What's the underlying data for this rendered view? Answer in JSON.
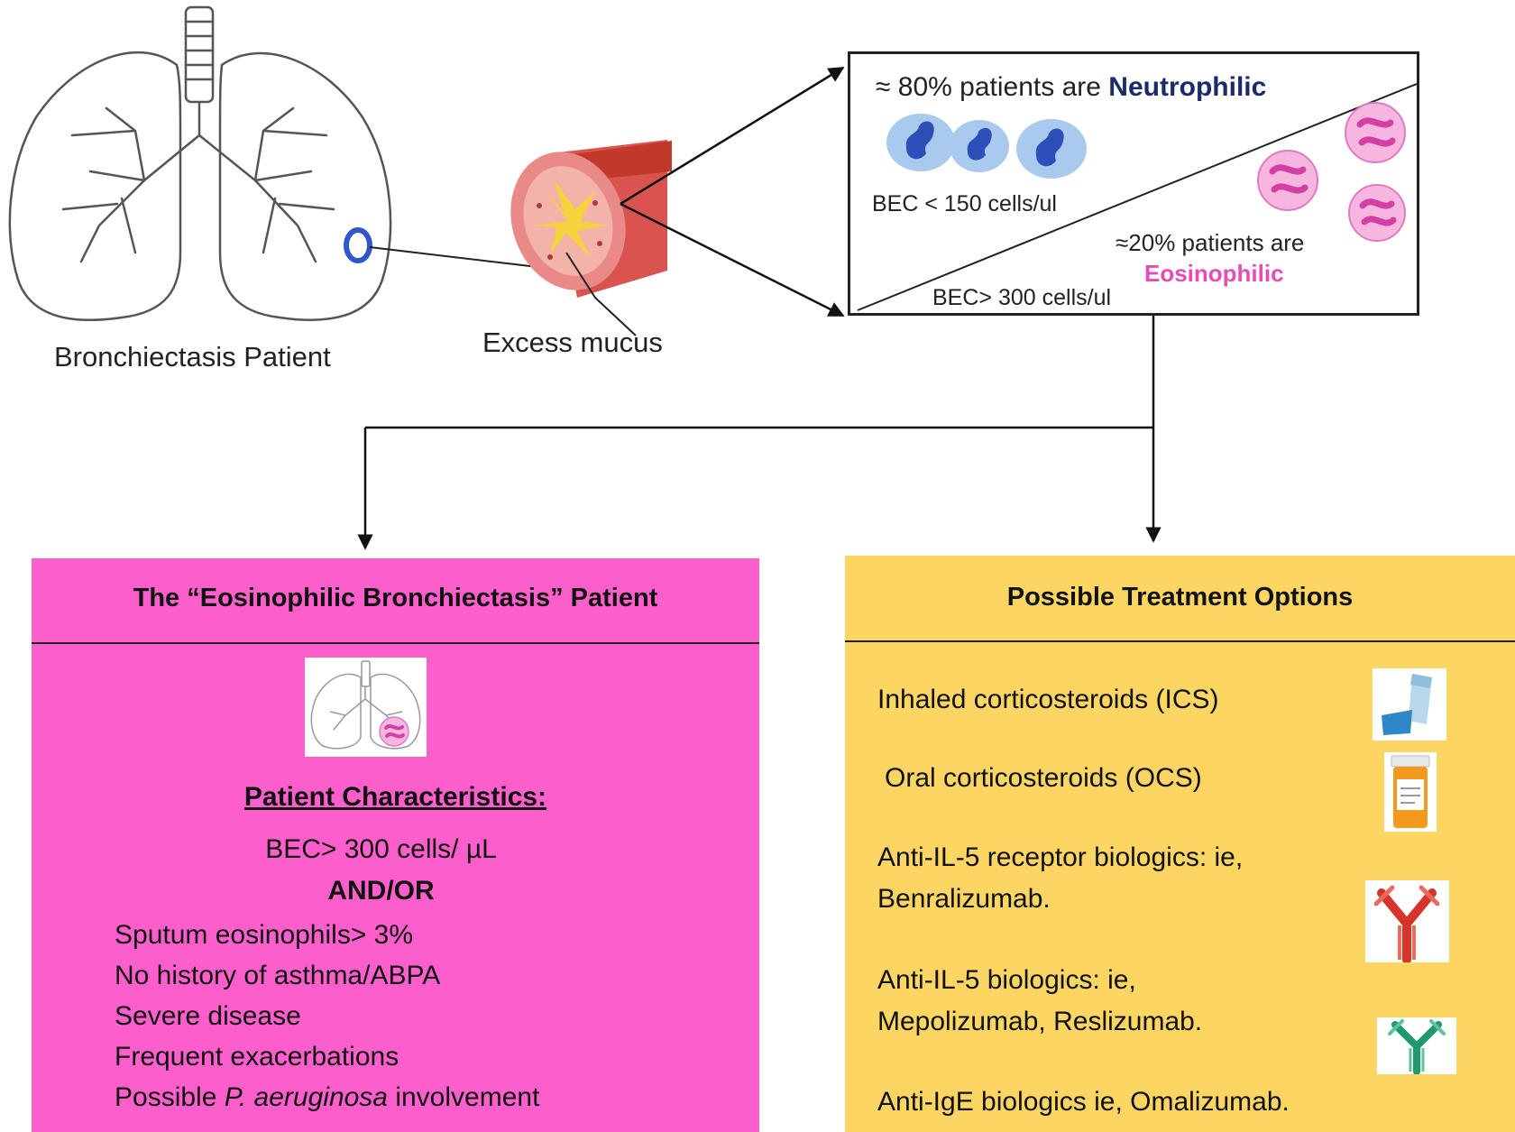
{
  "patient_caption": "Bronchiectasis Patient",
  "mucus_caption": "Excess mucus",
  "pattern_box": {
    "neutrophilic_prefix": "≈ 80% patients are",
    "neutrophilic_word": "Neutrophilic",
    "neutrophilic_bec": "BEC < 150 cells/ul",
    "eosinophilic_prefix": "≈20% patients are",
    "eosinophilic_word": "Eosinophilic",
    "eosinophilic_bec": "BEC> 300 cells/ul"
  },
  "eosinophilic_box": {
    "title": "The “Eosinophilic Bronchiectasis” Patient",
    "characteristics_heading": "Patient Characteristics:",
    "bec": "BEC> 300 cells/  µL",
    "connector": "AND/OR",
    "items": [
      "Sputum eosinophils> 3%",
      "No history of asthma/ABPA",
      "Severe disease",
      "Frequent exacerbations"
    ],
    "last_item_prefix": "Possible ",
    "last_item_italic": "P. aeruginosa",
    "last_item_suffix": " involvement"
  },
  "treatment_box": {
    "title": "Possible Treatment Options",
    "options": [
      {
        "line1": "Inhaled corticosteroids (ICS)",
        "line2": "",
        "icon": "inhaler-icon"
      },
      {
        "line1": "Oral corticosteroids (OCS)",
        "line2": "",
        "icon": "pill-bottle-icon"
      },
      {
        "line1": "Anti-IL-5 receptor biologics: ie,",
        "line2": "Benralizumab.",
        "icon": "red-antibody-icon"
      },
      {
        "line1": "Anti-IL-5 biologics: ie,",
        "line2": "Mepolizumab, Reslizumab.",
        "icon": "green-antibody-icon"
      },
      {
        "line1": "Anti-IgE biologics ie, Omalizumab.",
        "line2": "",
        "icon": ""
      }
    ]
  },
  "colors": {
    "eosinophilic_panel": "#fc5fcb",
    "treatment_panel": "#fcd563",
    "neutrophilic_text": "#1b2a6b",
    "eosinophilic_text": "#e84bb6",
    "neutrophil_cell": "#a9c9ee",
    "eosinophil_cell": "#f6b6df"
  }
}
